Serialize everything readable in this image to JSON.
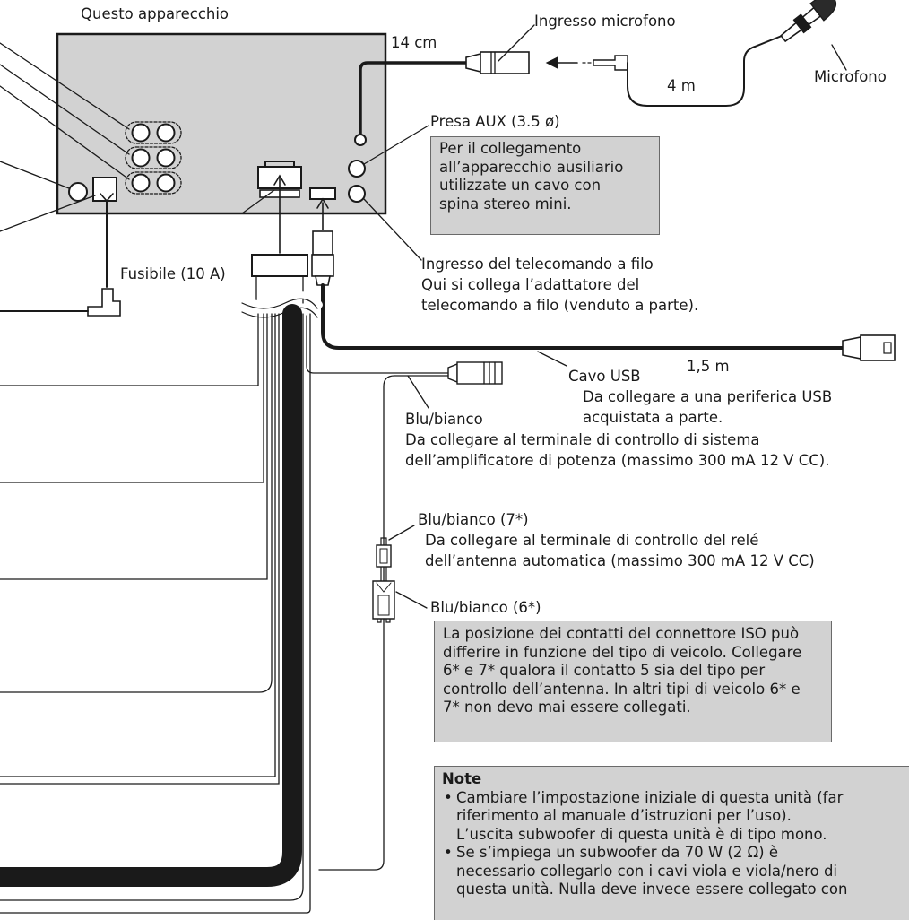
{
  "labels": {
    "device": "Questo apparecchio",
    "mic_input": "Ingresso microfono",
    "len_14cm": "14 cm",
    "len_4m": "4 m",
    "microphone": "Microfono",
    "aux_jack": "Presa AUX (3.5 ø)",
    "fuse": "Fusibile (10 A)",
    "remote_title": "Ingresso del telecomando a filo",
    "remote_l2": "Qui si collega l’adattatore del",
    "remote_l3": "telecomando a filo (venduto a parte).",
    "usb_len": "1,5 m",
    "usb_title": "Cavo USB",
    "usb_l2": "Da collegare a una periferica USB",
    "usb_l3": "acquistata a parte.",
    "bw_title": "Blu/bianco",
    "bw_l2": "Da collegare al terminale di controllo di sistema",
    "bw_l3": "dell’amplificatore di potenza (massimo 300 mA 12 V CC).",
    "bw7_title": "Blu/bianco (7*)",
    "bw7_l2": "Da collegare al terminale di controllo del relé",
    "bw7_l3": "dell’antenna automatica (massimo 300 mA 12 V CC)",
    "bw6_title": "Blu/bianco (6*)"
  },
  "aux_box": {
    "lines": [
      "Per il collegamento",
      "all’apparecchio ausiliario",
      "utilizzate un cavo con",
      "spina stereo mini."
    ]
  },
  "iso_box": {
    "lines": [
      "La posizione dei contatti del connettore ISO può",
      "differire in funzione del tipo di veicolo. Collegare",
      "6* e 7* qualora il contatto 5 sia del tipo per",
      "controllo dell’antenna. In altri tipi di veicolo 6* e",
      "7* non devo mai essere collegati."
    ]
  },
  "notes": {
    "title": "Note",
    "b1_l1": "Cambiare l’impostazione iniziale di questa unità (far",
    "b1_l2": "riferimento al manuale d’istruzioni per l’uso).",
    "b1_l3": "L’uscita subwoofer di questa unità è di tipo mono.",
    "b2_l1": "Se s’impiega un subwoofer da 70 W (2 Ω) è",
    "b2_l2": "necessario collegarlo con i cavi viola e viola/nero di",
    "b2_l3": "questa unità. Nulla deve invece essere collegato con"
  },
  "colors": {
    "panel_fill": "#d2d2d2",
    "stroke": "#1a1a1a",
    "box_border": "#6a6a6a"
  }
}
